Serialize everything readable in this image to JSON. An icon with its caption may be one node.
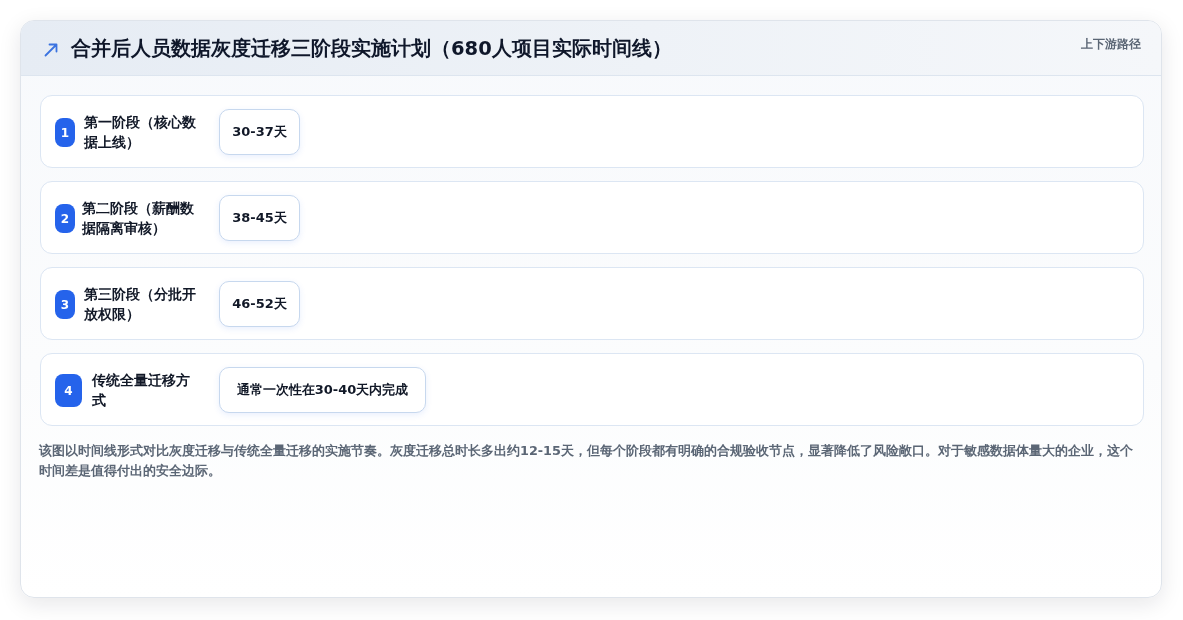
{
  "diagram": {
    "title": "合并后人员数据灰度迁移三阶段实施计划（680人项目实际时间线）",
    "caption": "该图以时间线形式对比灰度迁移与传统全量迁移的实施节奏。灰度迁移总时长多出约12-15天，但每个阶段都有明确的合规验收节点，显著降低了风险敞口。对于敏感数据体量大的企业，这个时间差是值得付出的安全边际。",
    "nodes": [
      {
        "text": [
          "第一阶段（核心数据上线）"
        ]
      },
      {
        "text": [
          "1"
        ],
        "in": 0
      },
      {
        "text": [
          "30-37天"
        ],
        "in": 0
      },
      {
        "text": [
          "第二阶段（薪酬数据隔离审核）"
        ]
      },
      {
        "text": [
          "2"
        ],
        "in": 3
      },
      {
        "text": [
          "38-45天"
        ],
        "in": 3
      },
      {
        "text": [
          "第三阶段（分批开放权限）"
        ]
      },
      {
        "text": [
          "3"
        ],
        "in": 6
      },
      {
        "text": [
          "46-52天"
        ],
        "in": 6
      },
      {
        "text": [
          "传统全量迁移方式"
        ]
      },
      {
        "text": [
          "4"
        ],
        "in": 9
      },
      {
        "text": [
          "通常一次性在30-40天内完成"
        ],
        "in": 9
      }
    ],
    "labels": [
      "上下游路径"
    ]
  }
}
